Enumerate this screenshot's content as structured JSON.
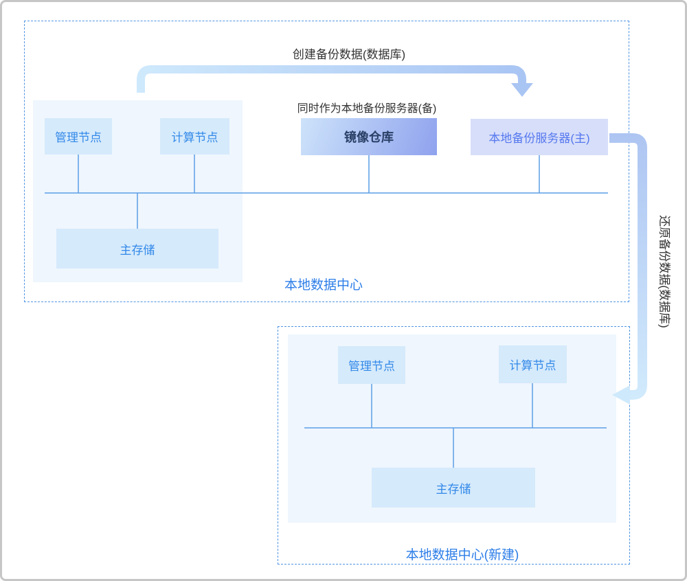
{
  "annotations": {
    "create_backup_flow": "创建备份数据(数据库)",
    "standby_backup_note": "同时作为本地备份服务器(备)",
    "restore_backup_flow": "还原备份数据(数据库)"
  },
  "datacenter_top": {
    "title": "本地数据中心",
    "nodes": {
      "management": "管理节点",
      "compute": "计算节点",
      "mirror_repository": "镜像仓库",
      "local_backup_server_primary": "本地备份服务器(主)",
      "primary_storage": "主存储"
    }
  },
  "datacenter_bottom": {
    "title": "本地数据中心(新建)",
    "nodes": {
      "management": "管理节点",
      "compute": "计算节点",
      "primary_storage": "主存储"
    }
  },
  "colors": {
    "node_background": "#d5eafb",
    "node_text": "#3389e9",
    "mirror_gradient_start": "#cde3fa",
    "mirror_gradient_end": "#8fa2ee",
    "mirror_text": "#2a4066",
    "backup_primary_background": "#d7def9",
    "backup_primary_text": "#5578ef",
    "dashed_border": "#4f94e3",
    "panel_background": "#eff6fd",
    "bus_line": "#5b9ee6",
    "arrow_light_blue": "#cfe9fc",
    "arrow_periwinkle": "#a8c4f3",
    "dc_label_text": "#2d7ee8",
    "annotation_text": "#333333"
  }
}
